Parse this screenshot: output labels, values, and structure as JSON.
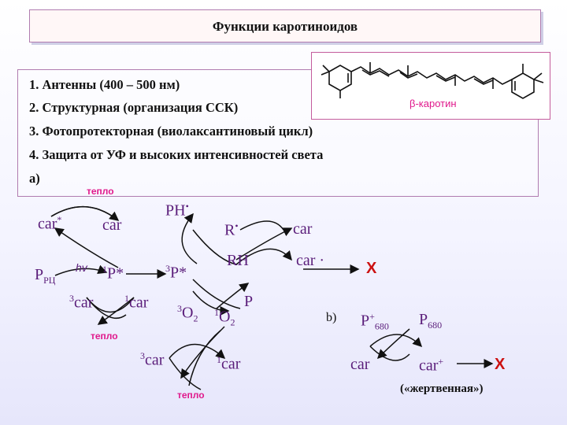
{
  "title": "Функции каротиноидов",
  "list": [
    "1. Антенны (400 – 500 нм)",
    "2. Структурная (организация ССК)",
    "3. Фотопротекторная (виолаксантиновый цикл)",
    "4. Защита от УФ и высоких интенсивностей света",
    "а)"
  ],
  "molecule_label": "β-каротин",
  "heat": "тепло",
  "labels": {
    "car": "car",
    "car_star": "car",
    "prc": "P",
    "prc_sub": "РЦ",
    "hv": "hv",
    "p1": "P*",
    "p3": "P*",
    "car3": "car",
    "car1": "car",
    "ph": "PH",
    "r": "R",
    "rh": "RH",
    "car_right": "car",
    "car_dot": "car ·",
    "o2a": "O",
    "o2b": "O",
    "p": "P",
    "b": "b)",
    "p680plus": "P",
    "p680": "P",
    "car_b": "car",
    "car_plus": "car",
    "x": "X",
    "sacrificial": "(«жертвенная»)"
  }
}
